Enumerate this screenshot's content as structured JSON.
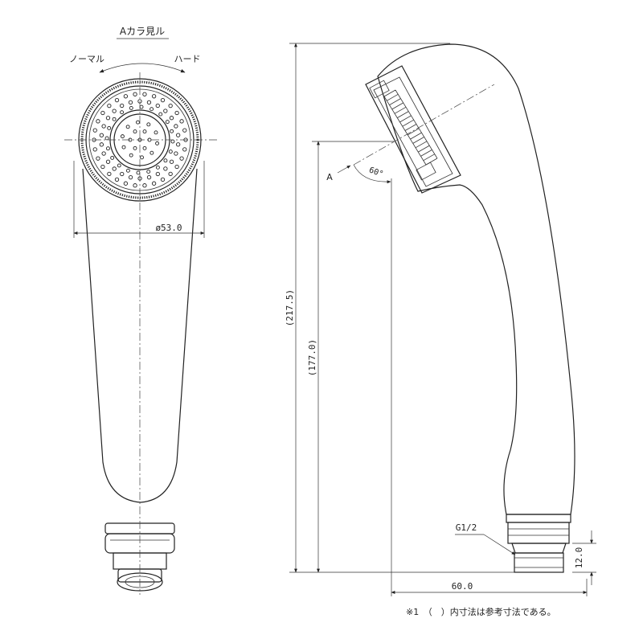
{
  "view_label": "Aカラ見ル",
  "mode_normal": "ノーマル",
  "mode_hard": "ハード",
  "dims": {
    "diameter": "ø53.0",
    "total_length": "(217.5)",
    "inner_length": "(177.0)",
    "width": "60.0",
    "thread_length": "12.0",
    "angle": "60°",
    "thread_spec": "G1/2",
    "arrow_label": "A"
  },
  "note": "※1　（　）内寸法は参考寸法である。"
}
